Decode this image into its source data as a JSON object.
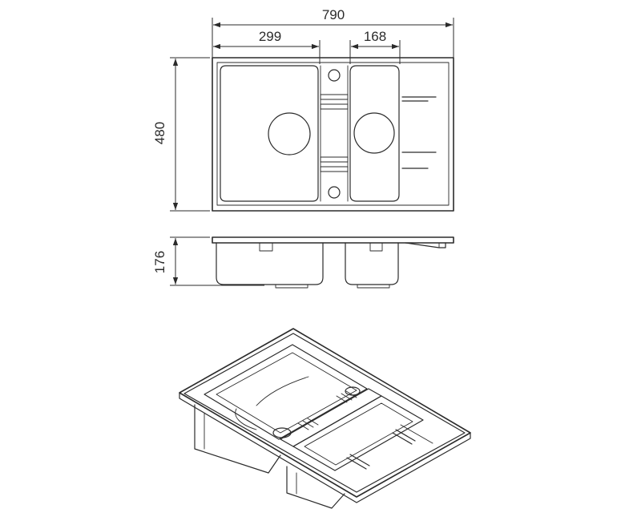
{
  "dimensions": {
    "overall_width": "790",
    "left_bowl_width": "299",
    "right_bowl_width": "168",
    "overall_depth": "480",
    "bowl_height": "176"
  },
  "colors": {
    "line": "#2b2b2b",
    "background": "#ffffff"
  }
}
